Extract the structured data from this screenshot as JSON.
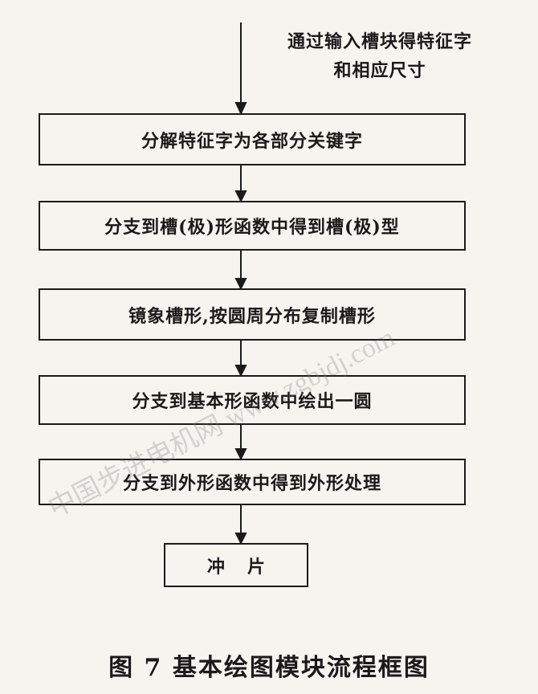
{
  "input": {
    "line1": "通过输入槽块得特征字",
    "line2": "和相应尺寸"
  },
  "steps": [
    "分解特征字为各部分关键字",
    "分支到槽(极)形函数中得到槽(极)型",
    "镜象槽形,按圆周分布复制槽形",
    "分支到基本形函数中绘出一圆",
    "分支到外形函数中得到外形处理",
    "冲片"
  ],
  "caption": "图 7   基本绘图模块流程框图",
  "watermark": "中国步进电机网 www.zgbjdj.com"
}
